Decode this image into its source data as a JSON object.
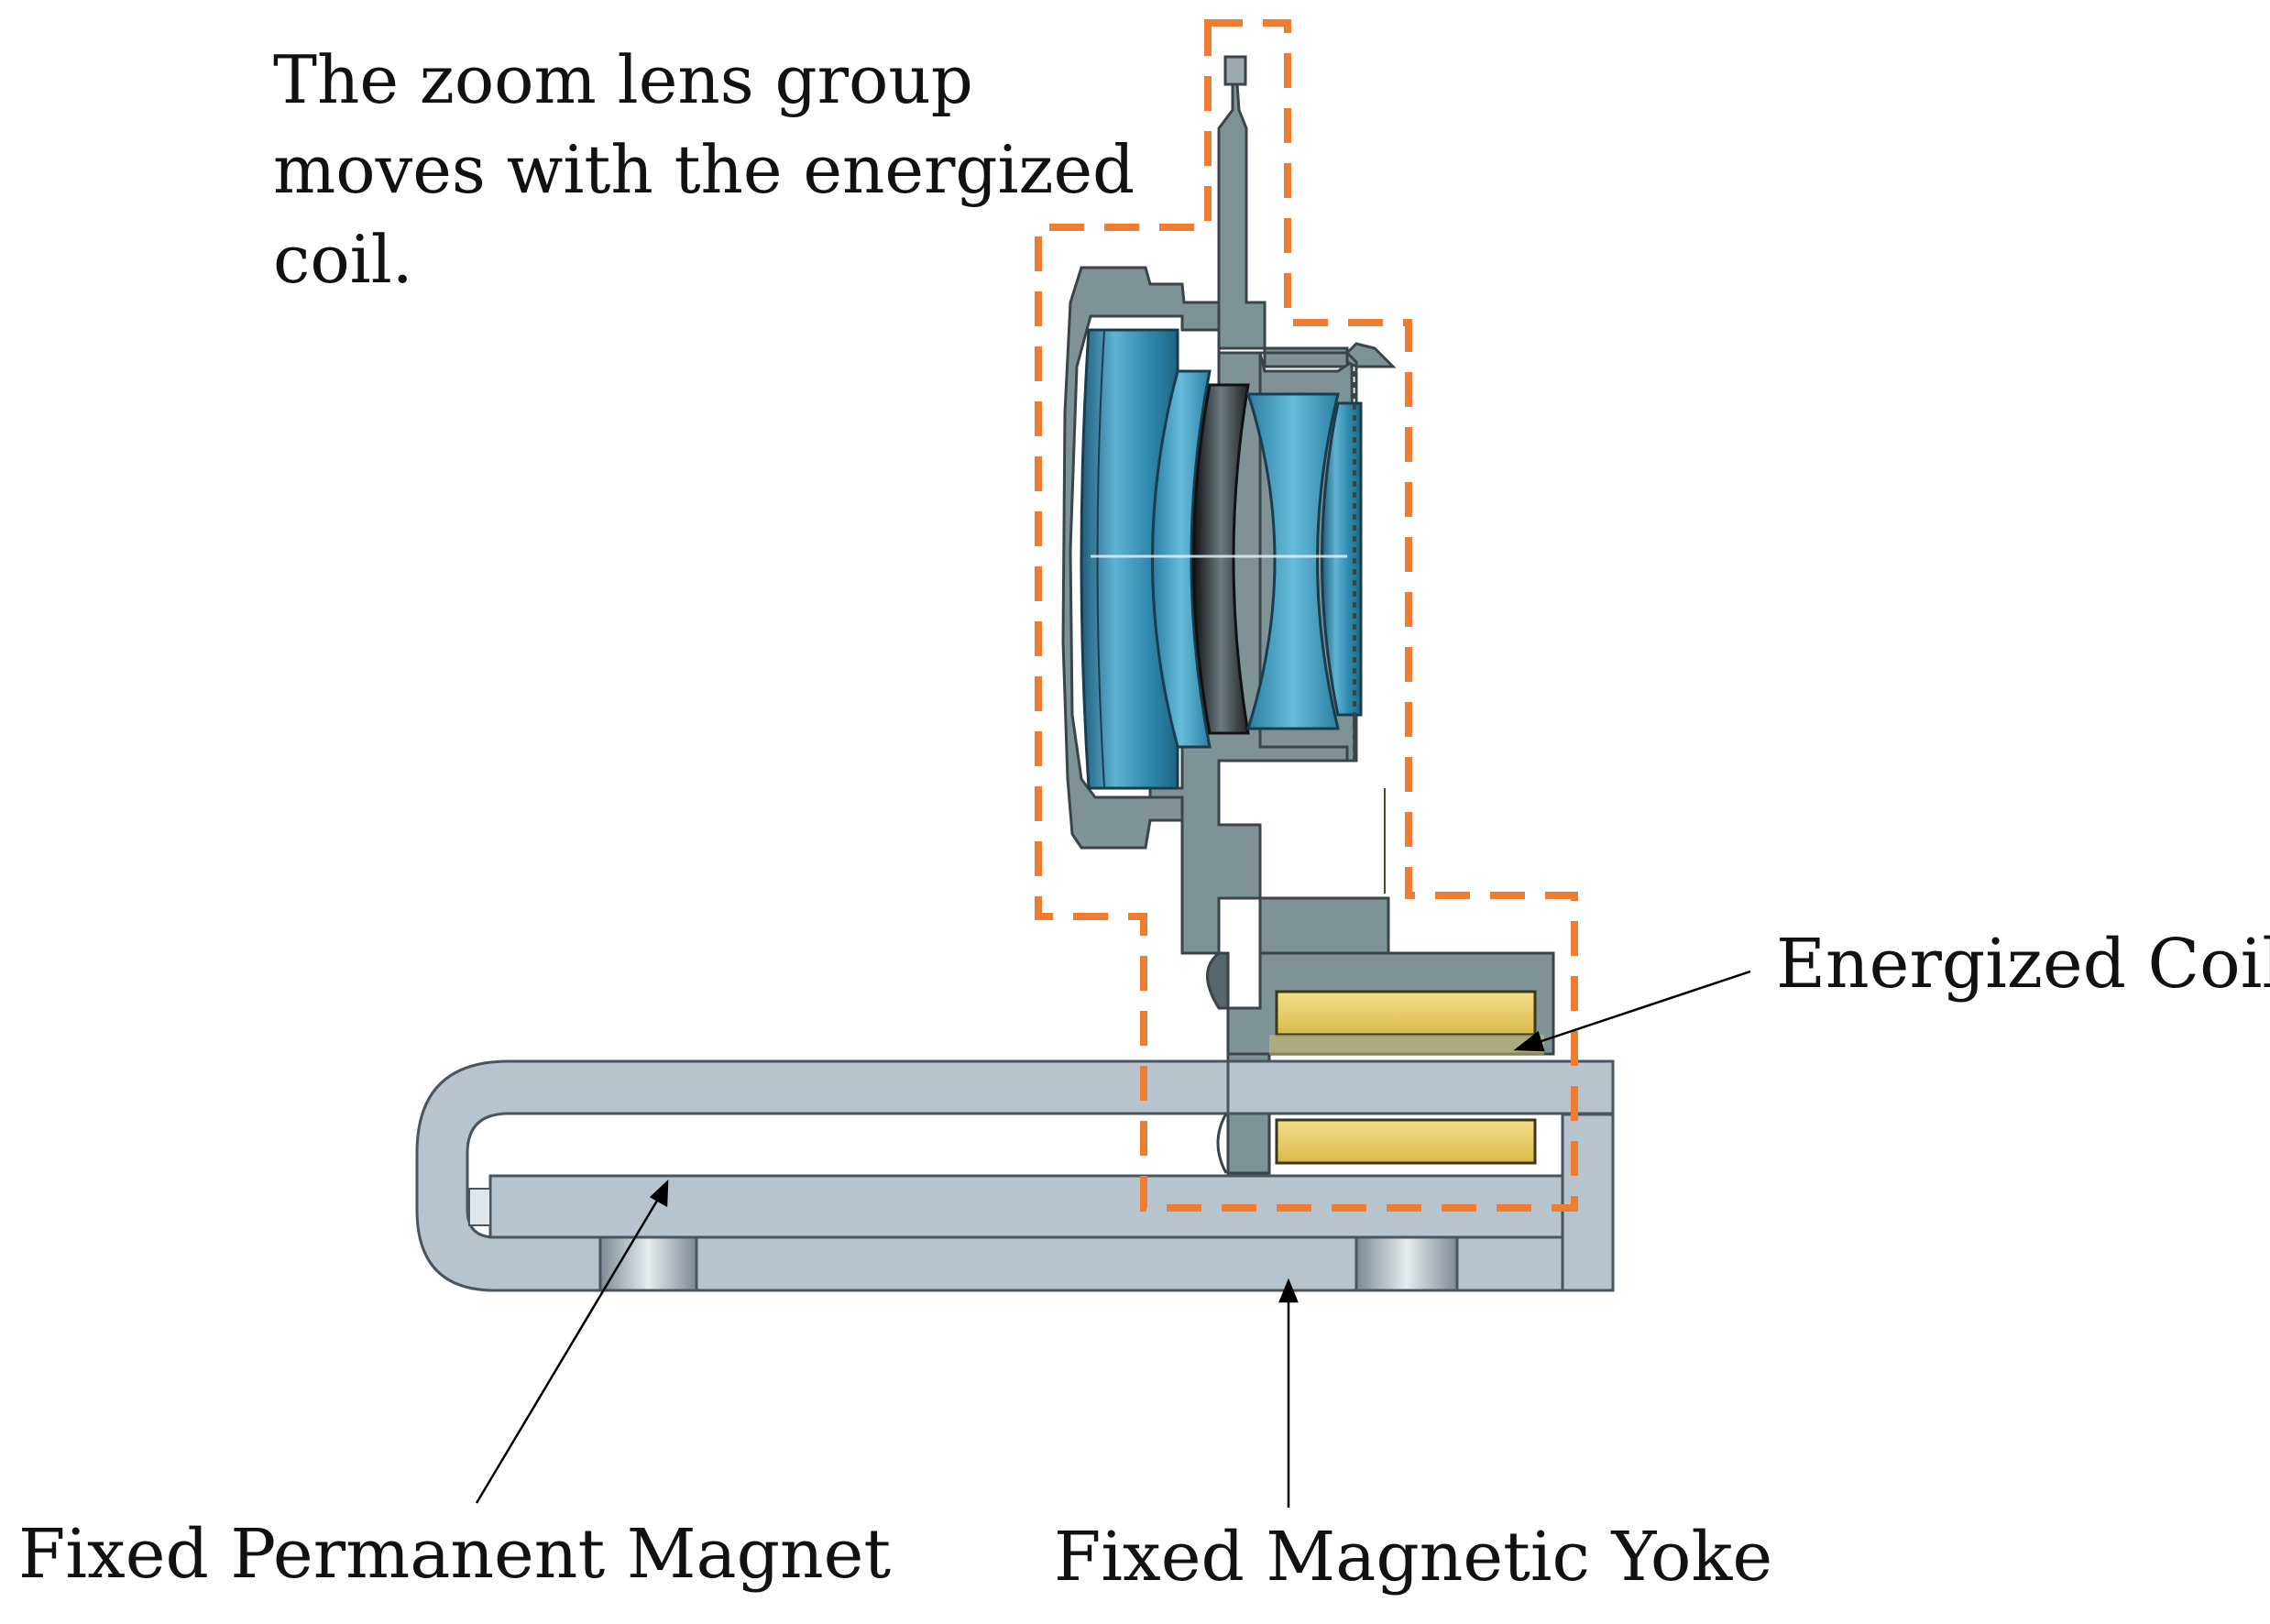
{
  "caption": "The zoom lens group moves with the energized coil.",
  "labels": {
    "energized_coil": "Energized Coil",
    "fixed_permanent_magnet": "Fixed Permanent Magnet",
    "fixed_magnetic_yoke": "Fixed Magnetic Yoke"
  },
  "colors": {
    "dashed_outline": "#ee7d31",
    "lens_glass": "#3a8fb3",
    "housing": "#7f9396",
    "yoke": "#b7c4cd",
    "coil": "#ead06a"
  }
}
